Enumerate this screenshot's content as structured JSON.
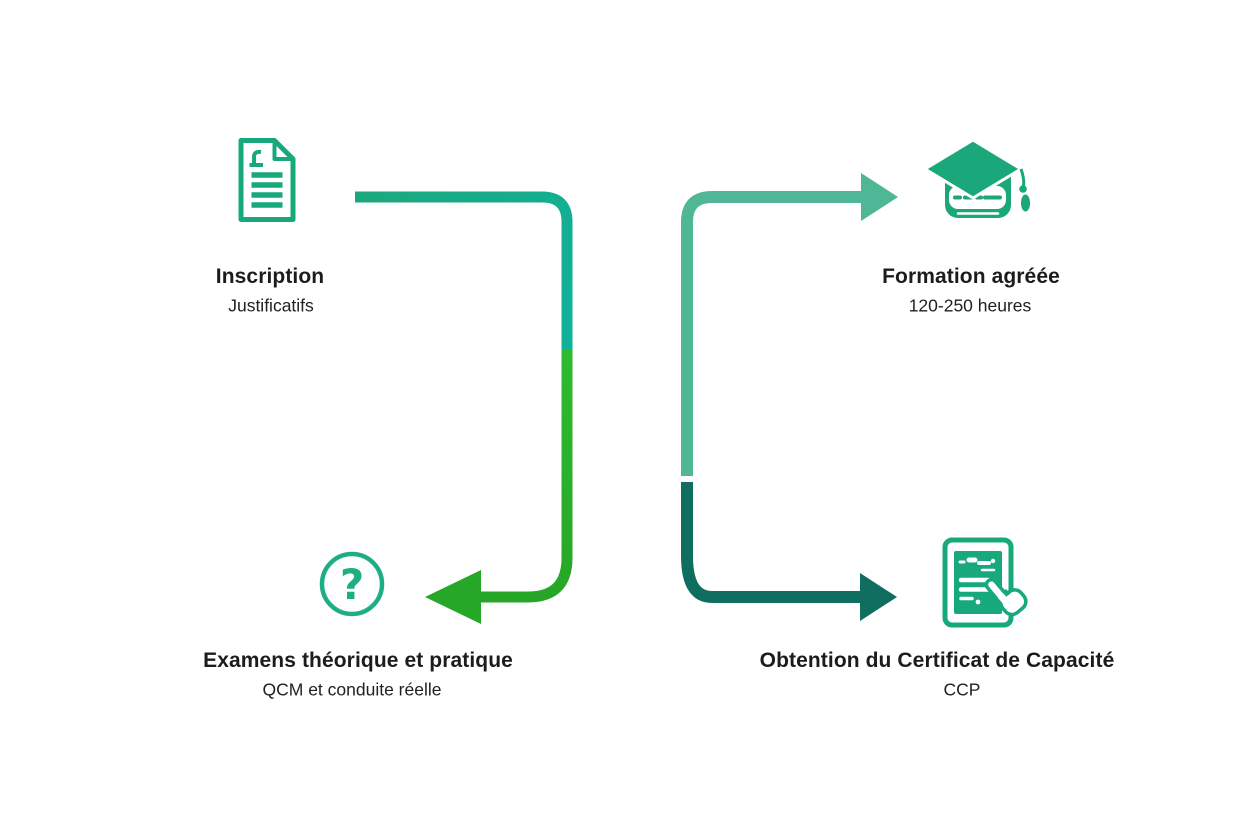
{
  "figure": {
    "type": "process-flow-infographic",
    "background": "#ffffff"
  },
  "steps": [
    {
      "title": "Inscription",
      "subtitle": "Justificatifs",
      "icon": "document-icon"
    },
    {
      "title": "Formation agréée",
      "subtitle": "120-250 heures",
      "icon": "graduation-cap-icon"
    },
    {
      "title": "Examens théorique et pratique",
      "subtitle": "QCM et conduite réelle",
      "icon": "question-mark-circle-icon"
    },
    {
      "title": "Obtention du Certificat de Capacité",
      "subtitle": "CCP",
      "icon": "certificate-tap-icon"
    }
  ],
  "icons": {
    "question_glyph": "?"
  },
  "colors": {
    "text": "#1c1c1c",
    "icon_green": "#17a87b",
    "cap_green": "#1aa87a",
    "question_green": "#1fae83",
    "arrow_left_teal_start": "#1ba87d",
    "arrow_left_teal_end": "#10b19c",
    "arrow_left_green_start": "#2fba2f",
    "arrow_left_green_end": "#26a526",
    "arrow_left_head": "#27a727",
    "arrow_right_top": "#4fb795",
    "arrow_right_bottom": "#0f6e5f",
    "white": "#ffffff"
  }
}
